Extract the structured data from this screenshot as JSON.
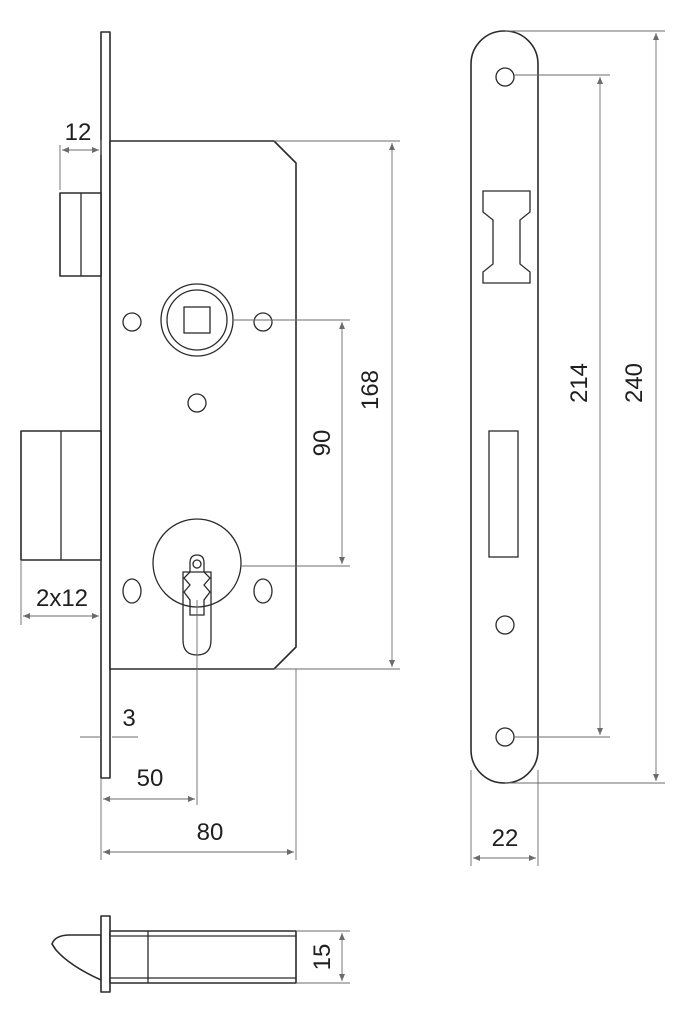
{
  "dimensions": {
    "backset_top": "12",
    "height_168": "168",
    "height_90": "90",
    "latch_2x12": "2x12",
    "faceplate_thickness": "3",
    "backset_50": "50",
    "case_width": "80",
    "holes_214": "214",
    "plate_240": "240",
    "plate_width": "22",
    "depth_15": "15"
  },
  "colors": {
    "outline": "#2b2b2b",
    "dimension_line": "#6b6b6b",
    "background": "#ffffff"
  }
}
